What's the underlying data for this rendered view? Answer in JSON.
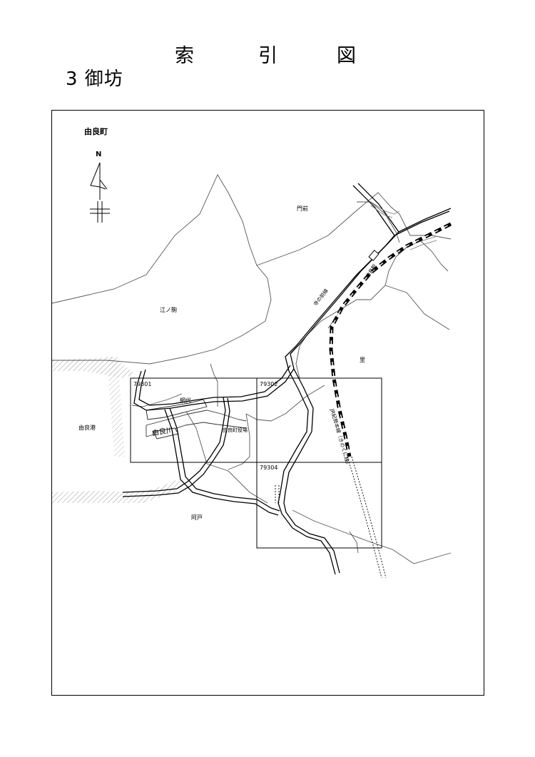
{
  "title": {
    "chars": [
      "索",
      "引",
      "図"
    ]
  },
  "subtitle": "3 御坊",
  "map": {
    "town_label": "由良町",
    "north_label": "N",
    "place_labels": {
      "monzen": "門前",
      "enokoma": "江ノ駒",
      "sato": "里",
      "ajiro": "網代",
      "yura_port": "由良港",
      "yura_river": "由良川",
      "town_office": "由良町役場",
      "ado": "阿戸",
      "road_label": "寺の前線",
      "station_label": "由良駅",
      "rail_label": "JR紀勢本線（きのくに線）"
    },
    "sheets": [
      {
        "id": "79301"
      },
      {
        "id": "79302"
      },
      {
        "id": "79304"
      }
    ]
  }
}
